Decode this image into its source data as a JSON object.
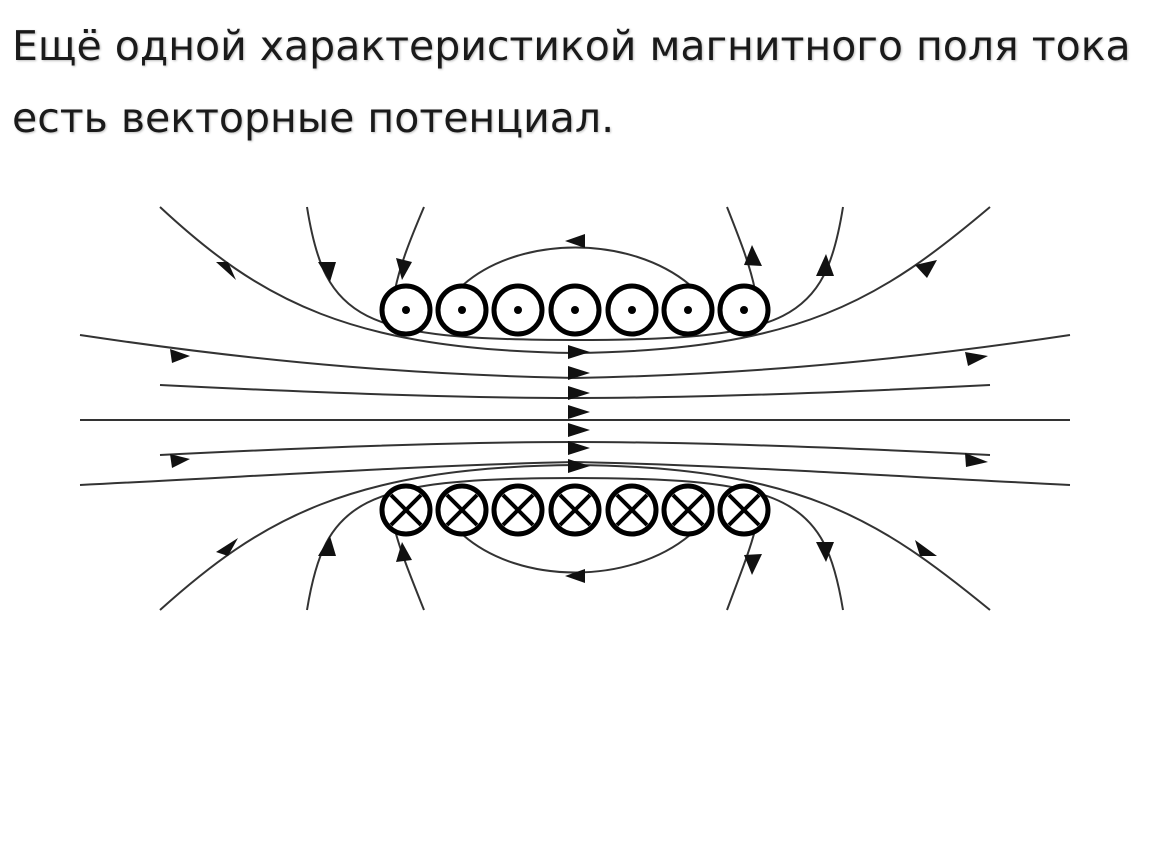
{
  "slide": {
    "title_line1": "Ещё одной характеристикой магнитного поля тока",
    "title_line2": "есть векторные потенциал."
  },
  "diagram": {
    "coils_top": {
      "count": 7,
      "symbol": "current-out-of-page-dot"
    },
    "coils_bottom": {
      "count": 7,
      "symbol": "current-into-page-cross"
    },
    "line_color": "#333333",
    "coil_color": "#000000"
  }
}
